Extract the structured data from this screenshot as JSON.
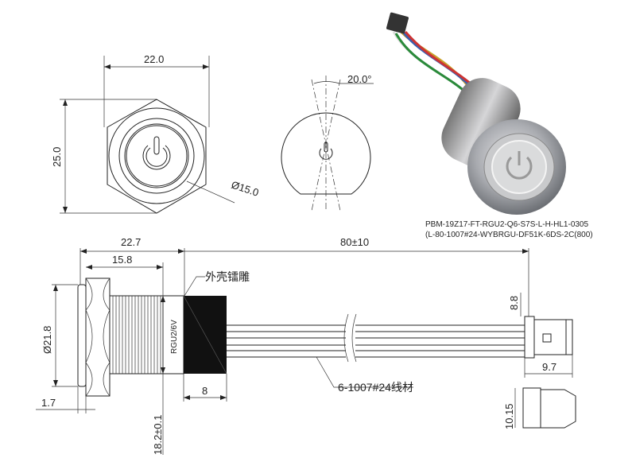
{
  "front_view": {
    "width_dim": "22.0",
    "height_dim": "25.0",
    "diameter_dim": "Ø15.0"
  },
  "angle_view": {
    "angle_dim": "20.0°"
  },
  "part_number": {
    "line1": "PBM-19Z17-FT-RGU2-Q6-S7S-L-H-HL1-0305",
    "line2": "(L-80-1007#24-WYBRGU-DF51K-6DS-2C(800)"
  },
  "side_view": {
    "overall_len_dim": "22.7",
    "thread_len_dim": "15.8",
    "wire_len_dim": "80±10",
    "shell_note": "外壳镭雕",
    "led_label": "RGU2/6V",
    "diameter_dim": "Ø21.8",
    "flange_dim": "1.7",
    "thread_dia_dim": "18.2±0.1",
    "block_dim": "8",
    "wire_note": "6-1007#24线材",
    "conn_height_dim": "8.8",
    "conn_width_dim": "9.7",
    "conn_side_dim": "10.15"
  }
}
